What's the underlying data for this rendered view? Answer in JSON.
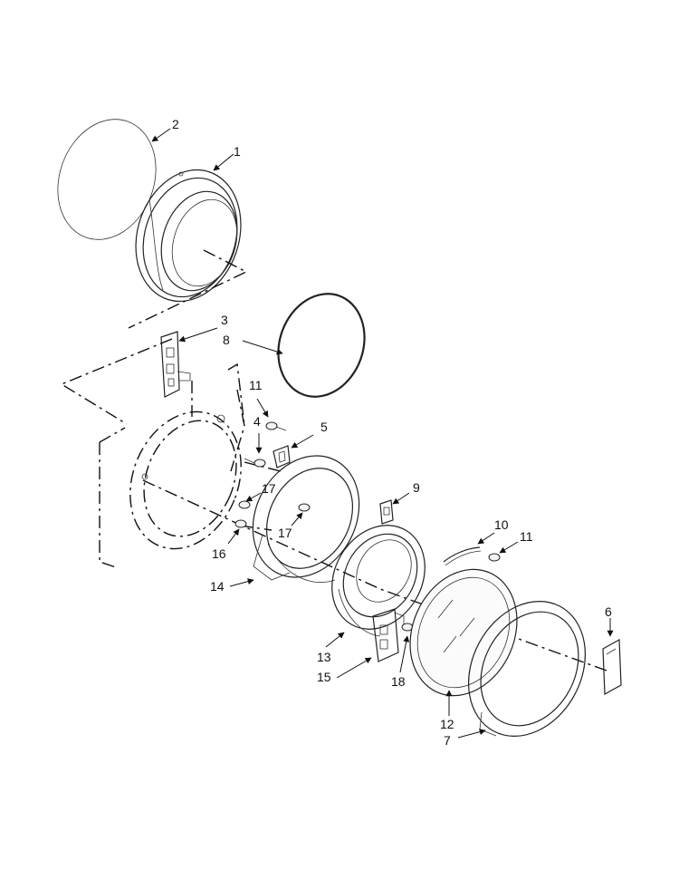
{
  "callouts": [
    {
      "id": "c1",
      "label": "1"
    },
    {
      "id": "c2",
      "label": "2"
    },
    {
      "id": "c3",
      "label": "3"
    },
    {
      "id": "c4",
      "label": "4"
    },
    {
      "id": "c5",
      "label": "5"
    },
    {
      "id": "c6",
      "label": "6"
    },
    {
      "id": "c7",
      "label": "7"
    },
    {
      "id": "c8",
      "label": "8"
    },
    {
      "id": "c9",
      "label": "9"
    },
    {
      "id": "c10",
      "label": "10"
    },
    {
      "id": "c11a",
      "label": "11"
    },
    {
      "id": "c11b",
      "label": "11"
    },
    {
      "id": "c12",
      "label": "12"
    },
    {
      "id": "c13",
      "label": "13"
    },
    {
      "id": "c14",
      "label": "14"
    },
    {
      "id": "c15",
      "label": "15"
    },
    {
      "id": "c16",
      "label": "16"
    },
    {
      "id": "c17a",
      "label": "17"
    },
    {
      "id": "c17b",
      "label": "17"
    },
    {
      "id": "c18",
      "label": "18"
    }
  ]
}
